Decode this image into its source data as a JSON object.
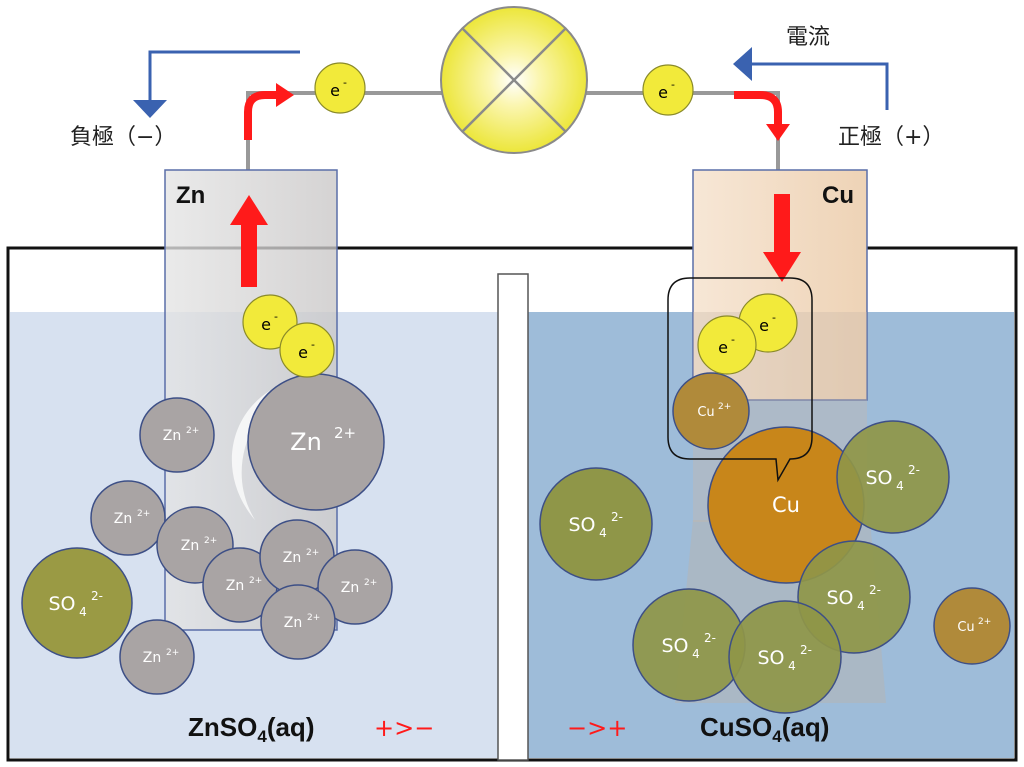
{
  "labels": {
    "current": "電流",
    "negative_pole": "負極（−）",
    "positive_pole": "正極（+）",
    "zn_electrode": "Zn",
    "cu_electrode": "Cu",
    "left_solution": "ZnSO",
    "right_solution": "CuSO",
    "solution_sub": "4",
    "solution_tail": "(aq)",
    "left_potential": "+>−",
    "right_potential": "−>+"
  },
  "particles": {
    "electron": {
      "base": "e",
      "sup": "-"
    },
    "zinc_ion": {
      "base": "Zn",
      "sup": "2+"
    },
    "copper_ion": {
      "base": "Cu",
      "sup": "2+"
    },
    "sulfate_ion": {
      "base": "SO",
      "sub": "4",
      "sup": "2-"
    },
    "copper_atom": {
      "base": "Cu"
    }
  },
  "colors": {
    "electron_fill": "#f2ea3a",
    "zinc_ion_fill": "#a9a4a4",
    "sulfate_fill": "#9a9a44",
    "copper_ion_fill": "#b08a3a",
    "copper_atom_fill": "#c8861a",
    "arrow_red": "#ff1a1a",
    "current_arrow": "#3a62b0",
    "left_solution": "#d7e1f0",
    "right_solution": "#9ebcd9"
  }
}
